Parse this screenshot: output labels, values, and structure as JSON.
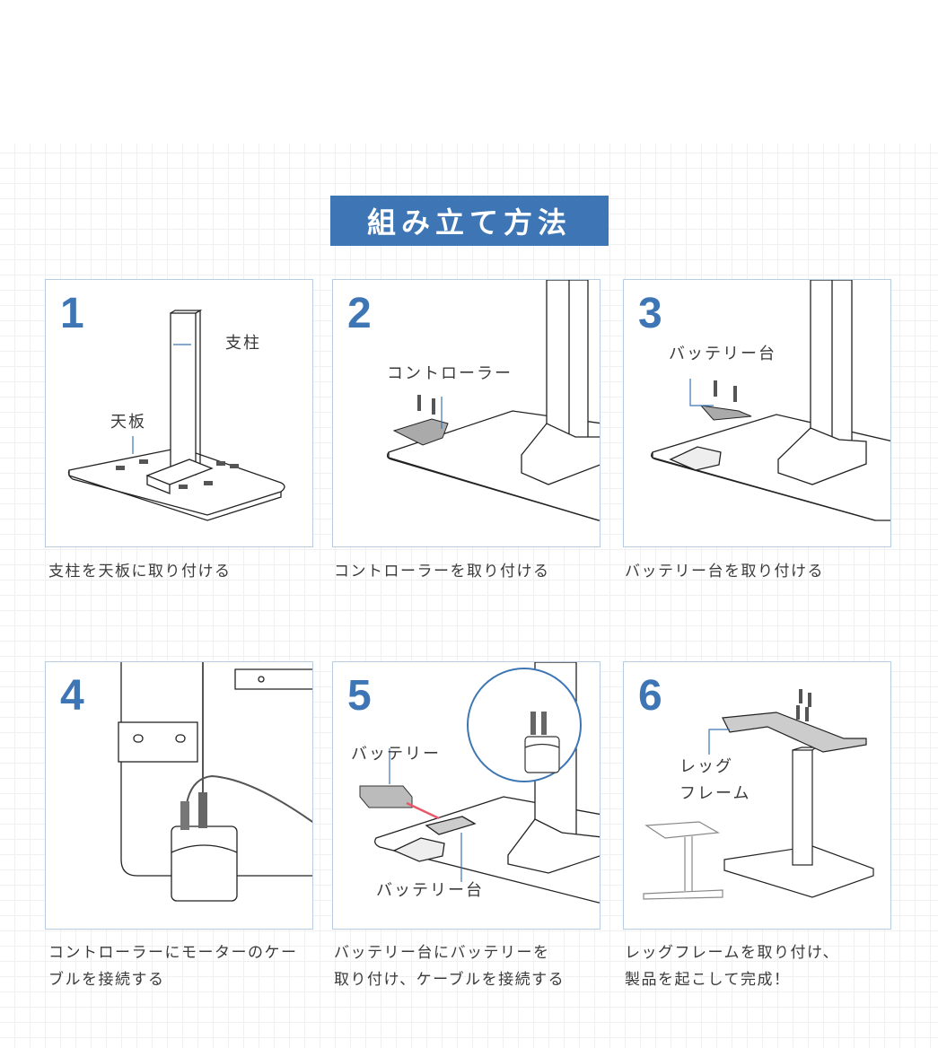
{
  "title": "組み立て方法",
  "accent_color": "#3e76b5",
  "steps": [
    {
      "number": "1",
      "labels": [
        "支柱",
        "天板"
      ],
      "caption": "支柱を天板に取り付ける"
    },
    {
      "number": "2",
      "labels": [
        "コントローラー"
      ],
      "caption": "コントローラーを取り付ける"
    },
    {
      "number": "3",
      "labels": [
        "バッテリー台"
      ],
      "caption": "バッテリー台を取り付ける"
    },
    {
      "number": "4",
      "labels": [],
      "caption": "コントローラーにモーターのケー\nブルを接続する"
    },
    {
      "number": "5",
      "labels": [
        "バッテリー",
        "バッテリー台"
      ],
      "caption": "バッテリー台にバッテリーを\n取り付け、ケーブルを接続する"
    },
    {
      "number": "6",
      "labels": [
        "レッグ\nフレーム"
      ],
      "caption": "レッグフレームを取り付け、\n製品を起こして完成！"
    }
  ]
}
